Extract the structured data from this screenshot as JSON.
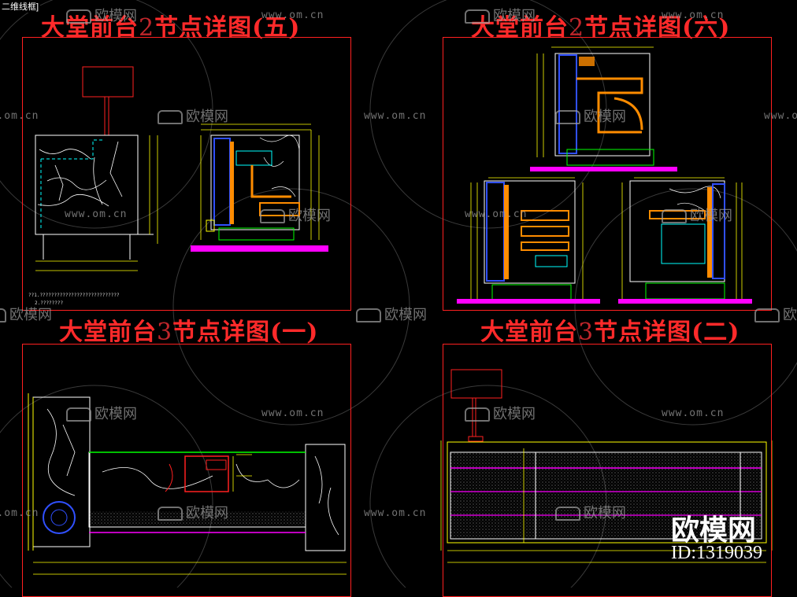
{
  "app": {
    "mode_label": "二维线框]"
  },
  "sheets": [
    {
      "title_pre": "大堂前台",
      "title_num": "2",
      "title_post": "节点详图(五)"
    },
    {
      "title_pre": "大堂前台",
      "title_num": "2",
      "title_post": "节点详图(六)"
    },
    {
      "title_pre": "大堂前台",
      "title_num": "3",
      "title_post": "节点详图(一)"
    },
    {
      "title_pre": "大堂前台",
      "title_num": "3",
      "title_post": "节点详图(二)"
    }
  ],
  "notes": {
    "line1": "??1.????????????????????????????",
    "line2": "2.????????"
  },
  "watermark": {
    "site": "www.om.cn",
    "logo": "欧模网",
    "brand": "欧模网",
    "id": "ID:1319039"
  },
  "colors": {
    "frame": "#ff2020",
    "title": "#ff2a2a",
    "marble": "#ffffff",
    "dim": "#ffff00",
    "detail_cyan": "#00ffff",
    "detail_orange": "#ff8c00",
    "detail_magenta": "#ff00ff",
    "detail_green": "#00ff00",
    "detail_blue": "#3050ff"
  }
}
